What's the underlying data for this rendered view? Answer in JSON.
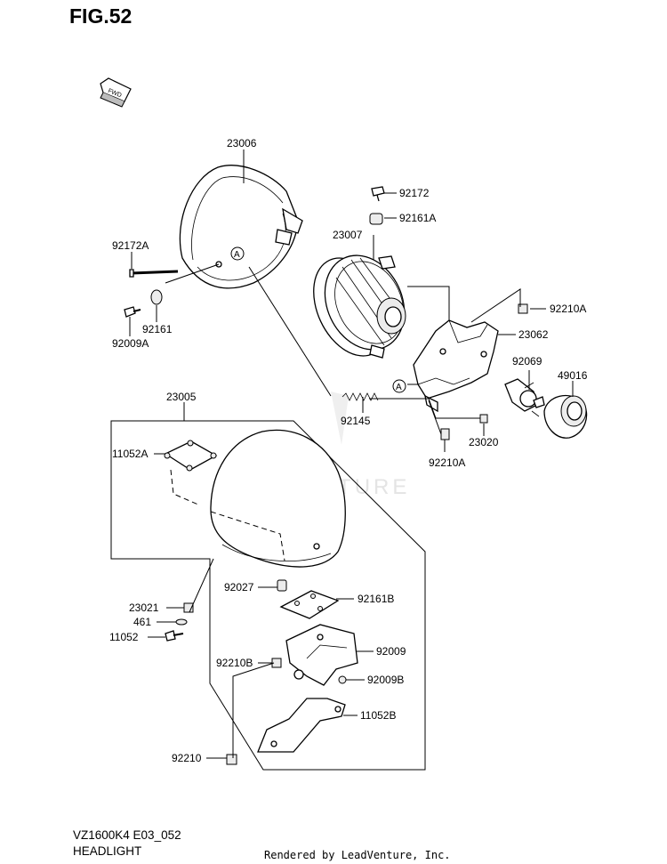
{
  "figure": {
    "title": "FIG.52",
    "model_code": "VZ1600K4 E03_052",
    "section_name": "HEADLIGHT",
    "credit": "Rendered by LeadVenture, Inc.",
    "watermark": "LEADVENTURE",
    "fwd_label": "FWD",
    "ref_marker": "A"
  },
  "part_labels": [
    "23006",
    "92172",
    "92161A",
    "92172A",
    "23007",
    "92210A",
    "92161",
    "23062",
    "92009A",
    "92069",
    "49016",
    "23005",
    "92145",
    "23020",
    "11052A",
    "92210A",
    "92027",
    "92161B",
    "23021",
    "461",
    "11052",
    "92009",
    "92210B",
    "92009B",
    "11052B",
    "92210"
  ]
}
